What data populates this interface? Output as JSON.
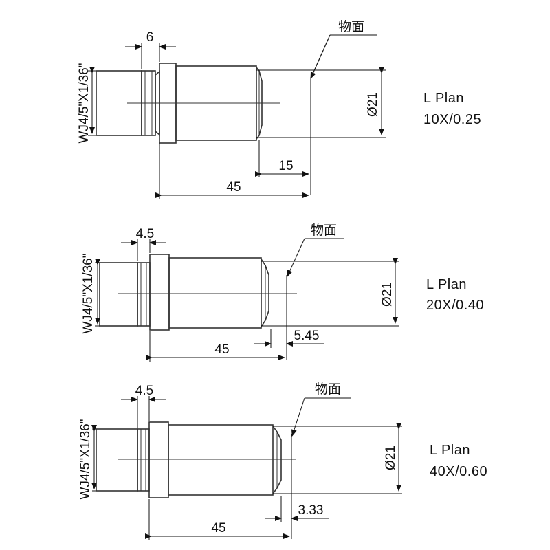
{
  "objectives": [
    {
      "thread_label": "WJ4/5\"X1/36\"",
      "flange_dim": "6",
      "object_side_label": "物面",
      "diameter_label": "Ø21",
      "working_distance_dim": "15",
      "length_dim": "45",
      "spec_line1": "L Plan",
      "spec_line2": "10X/0.25"
    },
    {
      "thread_label": "WJ4/5\"X1/36\"",
      "flange_dim": "4.5",
      "object_side_label": "物面",
      "diameter_label": "Ø21",
      "working_distance_dim": "5.45",
      "length_dim": "45",
      "spec_line1": "L Plan",
      "spec_line2": "20X/0.40"
    },
    {
      "thread_label": "WJ4/5\"X1/36\"",
      "flange_dim": "4.5",
      "object_side_label": "物面",
      "diameter_label": "Ø21",
      "working_distance_dim": "3.33",
      "length_dim": "45",
      "spec_line1": "L Plan",
      "spec_line2": "40X/0.60"
    }
  ],
  "colors": {
    "line": "#333333",
    "text": "#111111",
    "background": "#ffffff"
  }
}
